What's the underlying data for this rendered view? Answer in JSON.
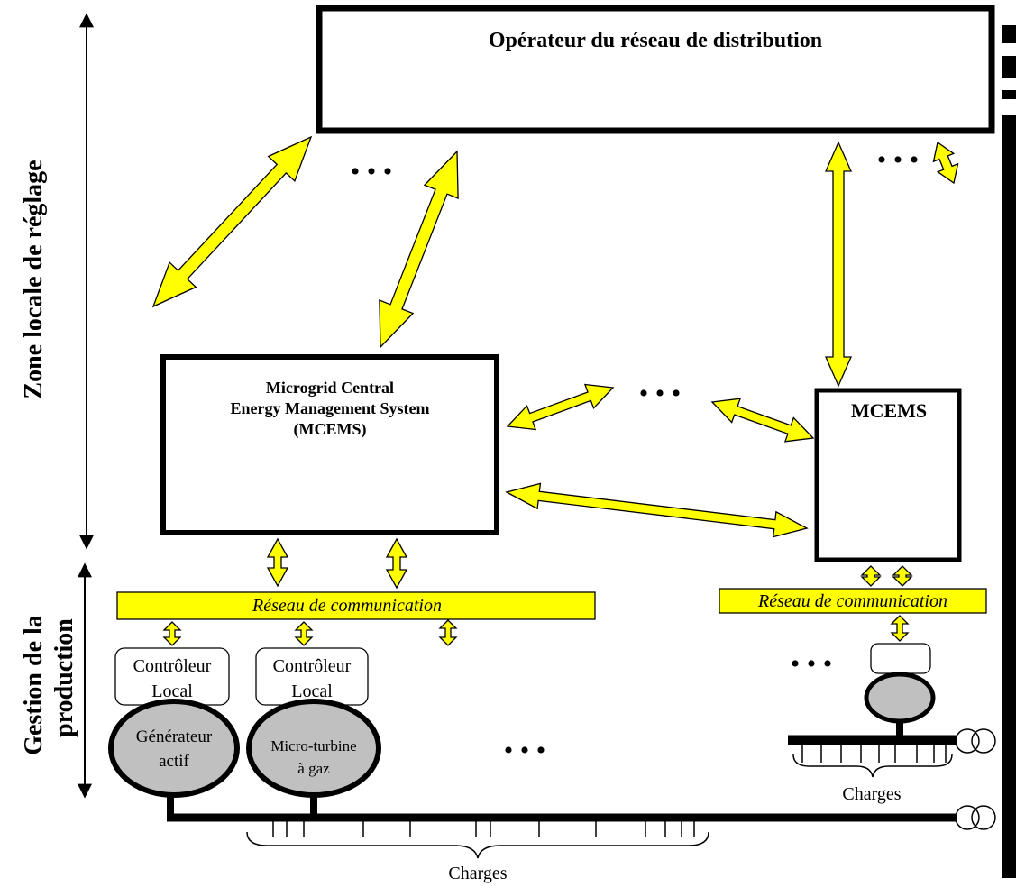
{
  "operator": {
    "title": "Opérateur du réseau de distribution"
  },
  "mcems_main": {
    "line1": "Microgrid Central",
    "line2": "Energy Management System",
    "line3": "(MCEMS)"
  },
  "mcems_secondary": {
    "title": "MCEMS"
  },
  "network": {
    "left_label": "Réseau de communication",
    "right_label": "Réseau de communication"
  },
  "controllers": [
    {
      "line1": "Contrôleur",
      "line2": "Local"
    },
    {
      "line1": "Contrôleur",
      "line2": "Local"
    }
  ],
  "generators": [
    {
      "line1": "Générateur",
      "line2": "actif"
    },
    {
      "line1": "Micro-turbine",
      "line2": "à gaz"
    }
  ],
  "side_labels": {
    "zone": "Zone locale de réglage",
    "gestion_line1": "Gestion de la",
    "gestion_line2": "production"
  },
  "loads": {
    "left_label": "Charges",
    "right_label": "Charges"
  },
  "ellipsis": "• • •",
  "colors": {
    "arrow_fill": "#ffff00",
    "network_fill": "#ffff00",
    "generator_fill": "#c0c0c0",
    "line": "#000000"
  }
}
